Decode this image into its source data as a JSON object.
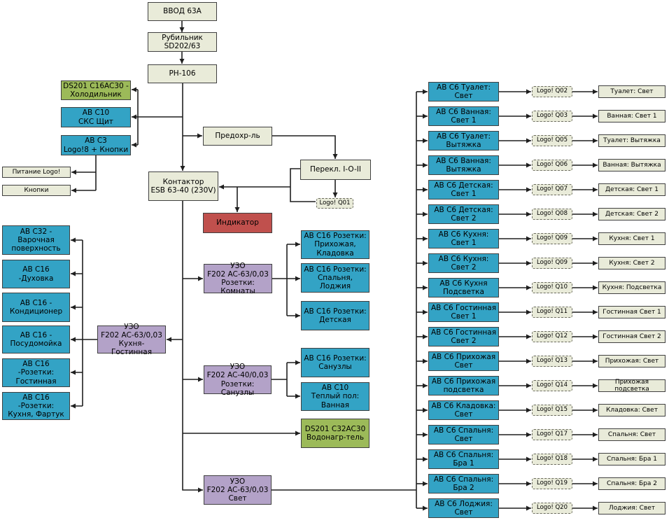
{
  "colors": {
    "beige": "#e9ebd9",
    "green": "#9cba59",
    "blue": "#33a3c5",
    "purple": "#b3a2c8",
    "red": "#c0504d",
    "line": "#1f1f1f"
  },
  "nodes": {
    "vvod": "ВВОД 63А",
    "rubilnik": "Рубильник\nSD202/63",
    "rn106": "РН-106",
    "fridge": "DS201 C16AC30 -\nХолодильник",
    "sks": "АВ С10\nСКС Щит",
    "logo8": "АВ С3\nLogo!8 + Кнопки",
    "logo_power": "Питание Logo!",
    "buttons": "Кнопки",
    "fuse": "Предохр-ль",
    "switch": "Перекл. I-O-II",
    "logo_q01": "Logo! Q01",
    "contactor": "Контактор\nESB 63-40 (230V)",
    "indicator": "Индикатор",
    "uzo_kitchen": "УЗО\nF202 AC-63/0,03\nКухня-Гостинная",
    "uzo_rooms": "УЗО\nF202 AC-63/0,03\nРозетки: Комнаты",
    "uzo_san": "УЗО\nF202 AC-40/0,03\nРозетки: Санузлы",
    "heater": "DS201 C32AC30\nВодонагр-тель",
    "uzo_light": "УЗО\nF202 AC-63/0,03\nСвет"
  },
  "left_breakers": [
    {
      "text": "АВ С32 -\nВарочная\nповерхность"
    },
    {
      "text": "АВ С16 -Духовка"
    },
    {
      "text": "АВ С16 -\nКондиционер"
    },
    {
      "text": "АВ С16 -\nПосудомойка"
    },
    {
      "text": "АВ С16 -Розетки:\nГостинная"
    },
    {
      "text": "АВ С16 -Розетки:\nКухня, Фартук"
    }
  ],
  "middle_breakers": [
    {
      "text": "АВ С16 Розетки:\nПрихожая,\nКладовка"
    },
    {
      "text": "АВ С16 Розетки:\nСпальня,\nЛоджия"
    },
    {
      "text": "АВ С16 Розетки:\nДетская"
    },
    {
      "text": "АВ С16 Розетки:\nСанузлы"
    },
    {
      "text": "АВ С10\nТеплый пол:\nВанная"
    }
  ],
  "rows": [
    {
      "breaker": "АВ С6 Туалет:\nСвет",
      "logo": "Logo! Q02",
      "label": "Туалет: Свет"
    },
    {
      "breaker": "АВ С6 Ванная:\nСвет 1",
      "logo": "Logo! Q03",
      "label": "Ванная: Свет 1"
    },
    {
      "breaker": "АВ С6 Туалет:\nВытяжка",
      "logo": "Logo! Q05",
      "label": "Туалет: Вытяжка"
    },
    {
      "breaker": "АВ С6 Ванная:\nВытяжка",
      "logo": "Logo! Q06",
      "label": "Ванная: Вытяжка"
    },
    {
      "breaker": "АВ С6 Детская:\nСвет 1",
      "logo": "Logo! Q07",
      "label": "Детская: Свет 1"
    },
    {
      "breaker": "АВ С6 Детская:\nСвет 2",
      "logo": "Logo! Q08",
      "label": "Детская: Свет 2"
    },
    {
      "breaker": "АВ С6 Кухня:\nСвет 1",
      "logo": "Logo! Q09",
      "label": "Кухня: Свет 1"
    },
    {
      "breaker": "АВ С6 Кухня:\nСвет 2",
      "logo": "Logo! Q09",
      "label": "Кухня: Свет 2"
    },
    {
      "breaker": "АВ С6 Кухня\nПодсветка",
      "logo": "Logo! Q10",
      "label": "Кухня: Подсветка"
    },
    {
      "breaker": "АВ С6 Гостинная\nСвет 1",
      "logo": "Logo! Q11",
      "label": "Гостинная Свет 1"
    },
    {
      "breaker": "АВ С6 Гостинная\nСвет 2",
      "logo": "Logo! Q12",
      "label": "Гостинная Свет 2"
    },
    {
      "breaker": "АВ С6 Прихожая\nСвет",
      "logo": "Logo! Q13",
      "label": "Прихожая: Свет"
    },
    {
      "breaker": "АВ С6 Прихожая\nподсветка",
      "logo": "Logo! Q14",
      "label": "Прихожая подсветка"
    },
    {
      "breaker": "АВ С6 Кладовка:\nСвет",
      "logo": "Logo! Q15",
      "label": "Кладовка: Свет"
    },
    {
      "breaker": "АВ С6 Спальня:\nСвет",
      "logo": "Logo! Q17",
      "label": "Спальня: Свет"
    },
    {
      "breaker": "АВ С6 Спальня:\nБра 1",
      "logo": "Logo! Q18",
      "label": "Спальня: Бра 1"
    },
    {
      "breaker": "АВ С6 Спальня:\nБра 2",
      "logo": "Logo! Q19",
      "label": "Спальня: Бра 2"
    },
    {
      "breaker": "АВ С6 Лоджия:\nСвет",
      "logo": "Logo! Q20",
      "label": "Лоджия: Свет"
    }
  ]
}
